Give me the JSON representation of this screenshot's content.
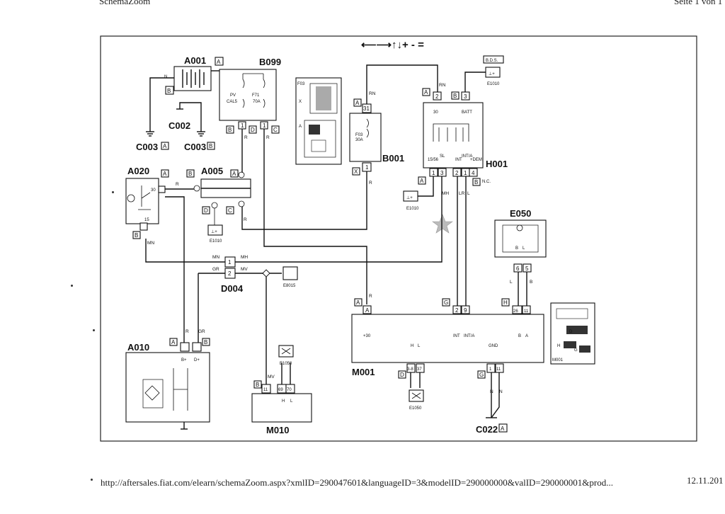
{
  "header": {
    "left": "SchemaZoom",
    "right": "Seite 1 von 1"
  },
  "footer": {
    "url": "http://aftersales.fiat.com/elearn/schemaZoom.aspx?xmlID=290047601&languageID=3&modelID=290000000&valID=290000001&prod...",
    "date": "12.11.201"
  },
  "toolbar": {
    "icons": "⟵⟶↑↓+ - ="
  },
  "components": {
    "A001": "A001",
    "B099": "B099",
    "C002": "C002",
    "C003a": "C003",
    "C003b": "C003",
    "A020": "A020",
    "A005": "A005",
    "B001": "B001",
    "H001": "H001",
    "E050": "E050",
    "D004": "D004",
    "A010": "A010",
    "M001": "M001",
    "M010": "M010",
    "C022": "C022",
    "BDS": "B.D.S.",
    "E1010a": "E1010",
    "E1010b": "E1010",
    "E1010c": "E1010",
    "E8015": "E8015",
    "E1050a": "E1050",
    "E1050b": "E1050",
    "M001small": "M001"
  },
  "connector_letters": {
    "A": "A",
    "B": "B",
    "C": "C",
    "D": "D",
    "G": "G",
    "H": "H",
    "X": "X"
  },
  "pin_labels": {
    "p30": "30",
    "p15": "15",
    "p31": "31",
    "p1": "1",
    "p2": "2",
    "p3": "3",
    "p4": "4",
    "p5": "5",
    "p6": "6",
    "p9": "9",
    "p11": "11",
    "p26": "26",
    "p69": "69",
    "p70": "70",
    "p38": "3-8",
    "p37": "37",
    "batt": "BATT",
    "nc": "N.C.",
    "int": "INT",
    "intA": "INT/A",
    "gnd": "GND",
    "plus30": "+30",
    "h": "H",
    "l": "L",
    "bp": "B+",
    "dp": "D+",
    "pv": "PV",
    "cal5": "CAL5",
    "f71": "F71",
    "a70": "70A",
    "f03": "F03",
    "a30": "30A",
    "s1556": "15/56",
    "sl": "SL",
    "int_sl": "INT",
    "inta_sl": "INT/A",
    "dem": "+DEM"
  },
  "wire_colors": {
    "N": "N",
    "R": "R",
    "RN": "RN",
    "MN": "MN",
    "MH": "MH",
    "LR": "LR",
    "L": "L",
    "B": "B",
    "GR": "GR",
    "MV": "MV",
    "NB": "N",
    "NN": "N"
  }
}
